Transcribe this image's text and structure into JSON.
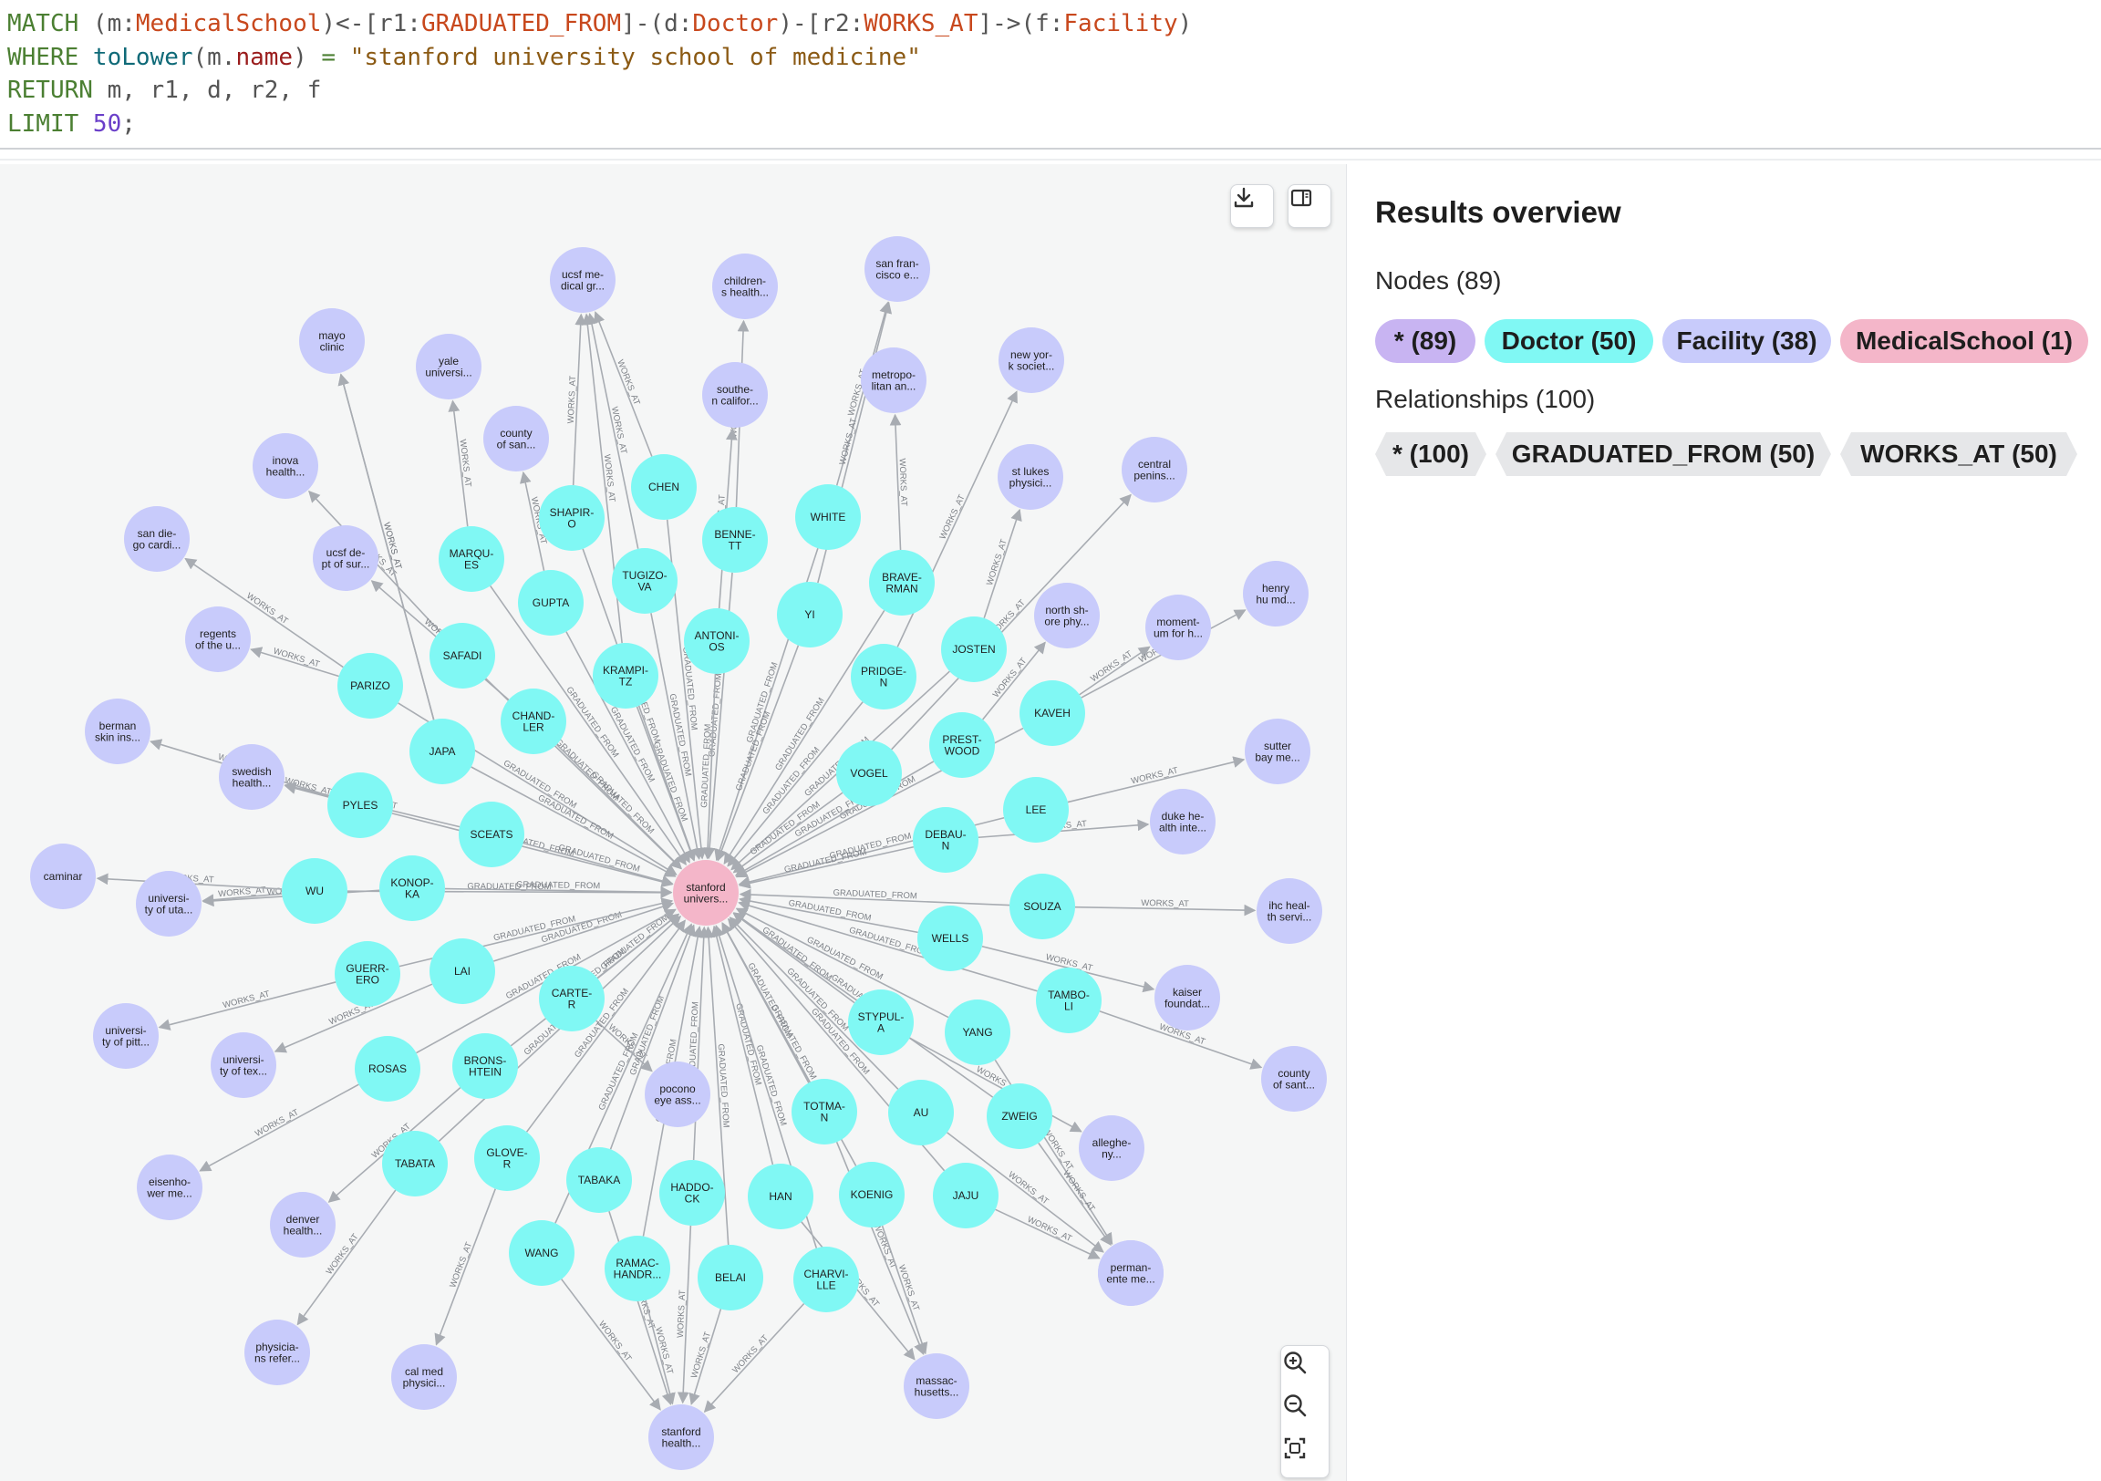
{
  "query": {
    "line1": [
      {
        "t": "MATCH ",
        "c": "kw"
      },
      {
        "t": "(m:",
        "c": "pun"
      },
      {
        "t": "MedicalSchool",
        "c": "lbl"
      },
      {
        "t": ")<-[r1:",
        "c": "pun"
      },
      {
        "t": "GRADUATED_FROM",
        "c": "lbl"
      },
      {
        "t": "]-(d:",
        "c": "pun"
      },
      {
        "t": "Doctor",
        "c": "lbl"
      },
      {
        "t": ")-[r2:",
        "c": "pun"
      },
      {
        "t": "WORKS_AT",
        "c": "lbl"
      },
      {
        "t": "]->(f:",
        "c": "pun"
      },
      {
        "t": "Facility",
        "c": "lbl"
      },
      {
        "t": ")",
        "c": "pun"
      }
    ],
    "line2": [
      {
        "t": "WHERE ",
        "c": "kw"
      },
      {
        "t": "toLower",
        "c": "fn"
      },
      {
        "t": "(m.",
        "c": "pun"
      },
      {
        "t": "name",
        "c": "prop"
      },
      {
        "t": ") ",
        "c": "pun"
      },
      {
        "t": "= ",
        "c": "kw"
      },
      {
        "t": "\"stanford university school of medicine\"",
        "c": "str"
      }
    ],
    "line3": [
      {
        "t": "RETURN ",
        "c": "kw"
      },
      {
        "t": "m, r1, d, r2, f",
        "c": "pun"
      }
    ],
    "line4": [
      {
        "t": "LIMIT ",
        "c": "kw"
      },
      {
        "t": "50",
        "c": "num"
      },
      {
        "t": ";",
        "c": "pun"
      }
    ]
  },
  "colors": {
    "doctor": "#80f8f4",
    "facility": "#c8cbfb",
    "medicalschool": "#f4b6c9",
    "edge": "#a8acb2",
    "edge_label": "#7d8187",
    "all_pill": "#c8b4f2"
  },
  "toolbar": {
    "download_icon": "download-icon",
    "toggle_panel_icon": "panel-toggle-icon",
    "zoom_in_icon": "zoom-in-icon",
    "zoom_out_icon": "zoom-out-icon",
    "fit_icon": "fit-to-screen-icon"
  },
  "overview": {
    "title": "Results overview",
    "nodes_heading": "Nodes (89)",
    "node_pills": [
      {
        "label": "* (89)",
        "kind": "all"
      },
      {
        "label": "Doctor (50)",
        "kind": "doctor"
      },
      {
        "label": "Facility (38)",
        "kind": "facility"
      },
      {
        "label": "MedicalSchool (1)",
        "kind": "medicalschool"
      }
    ],
    "rels_heading": "Relationships (100)",
    "rel_tags": [
      "* (100)",
      "GRADUATED_FROM (50)",
      "WORKS_AT (50)"
    ]
  },
  "graph": {
    "edge_label_grad": "GRADUATED_FROM",
    "edge_label_works": "WORKS_AT",
    "center": {
      "label": [
        "stanford",
        "univers..."
      ]
    },
    "doctors": [
      {
        "id": "CHEN",
        "label": [
          "CHEN"
        ],
        "to": "F4"
      },
      {
        "id": "WHITE",
        "label": [
          "WHITE"
        ],
        "to": "F7"
      },
      {
        "id": "SHAPIRO",
        "label": [
          "SHAPIR-",
          "O"
        ],
        "to": "F4"
      },
      {
        "id": "BENNETT",
        "label": [
          "BENNE-",
          "TT"
        ],
        "to": "F5"
      },
      {
        "id": "TUGIZOVA",
        "label": [
          "TUGIZO-",
          "VA"
        ],
        "to": "F4"
      },
      {
        "id": "MARQUES",
        "label": [
          "MARQU-",
          "ES"
        ],
        "to": "F2"
      },
      {
        "id": "GUPTA",
        "label": [
          "GUPTA"
        ],
        "to": "F3"
      },
      {
        "id": "BRAVERMAN",
        "label": [
          "BRAVE-",
          "RMAN"
        ],
        "to": "F8"
      },
      {
        "id": "YI",
        "label": [
          "YI"
        ],
        "to": "F7"
      },
      {
        "id": "ANTONIOS",
        "label": [
          "ANTONI-",
          "OS"
        ],
        "to": "F6"
      },
      {
        "id": "SAFADI",
        "label": [
          "SAFADI"
        ],
        "to": "F11"
      },
      {
        "id": "KRAMPITZ",
        "label": [
          "KRAMPI-",
          "TZ"
        ],
        "to": "F4"
      },
      {
        "id": "PRIDGEN",
        "label": [
          "PRIDGE-",
          "N"
        ],
        "to": "F9"
      },
      {
        "id": "JOSTEN",
        "label": [
          "JOSTEN"
        ],
        "to": "F10"
      },
      {
        "id": "PARIZO",
        "label": [
          "PARIZO"
        ],
        "to": "F14"
      },
      {
        "id": "CHANDLER",
        "label": [
          "CHAND-",
          "LER"
        ],
        "to": "F13"
      },
      {
        "id": "KAVEH",
        "label": [
          "KAVEH"
        ],
        "to": "F16"
      },
      {
        "id": "JAPA",
        "label": [
          "JAPA"
        ],
        "to": "F1"
      },
      {
        "id": "PRESTWOOD",
        "label": [
          "PREST-",
          "WOOD"
        ],
        "to": "F15"
      },
      {
        "id": "VOGEL",
        "label": [
          "VOGEL"
        ],
        "to": "F12"
      },
      {
        "id": "PYLES",
        "label": [
          "PYLES"
        ],
        "to": "F18"
      },
      {
        "id": "SCEATS",
        "label": [
          "SCEATS"
        ],
        "to": "F18"
      },
      {
        "id": "LEE",
        "label": [
          "LEE"
        ],
        "to": "F19"
      },
      {
        "id": "DEBAUN",
        "label": [
          "DEBAU-",
          "N"
        ],
        "to": "F20"
      },
      {
        "id": "WU",
        "label": [
          "WU"
        ],
        "to": "F22"
      },
      {
        "id": "KONOPKA",
        "label": [
          "KONOP-",
          "KA"
        ],
        "to": "F22"
      },
      {
        "id": "SOUZA",
        "label": [
          "SOUZA"
        ],
        "to": "F23"
      },
      {
        "id": "WELLS",
        "label": [
          "WELLS"
        ],
        "to": "F24"
      },
      {
        "id": "LAI",
        "label": [
          "LAI"
        ],
        "to": "F26"
      },
      {
        "id": "GUERRERO",
        "label": [
          "GUERR-",
          "ERO"
        ],
        "to": "F25"
      },
      {
        "id": "CARTER",
        "label": [
          "CARTE-",
          "R"
        ],
        "to": "F28"
      },
      {
        "id": "TAMBOLI",
        "label": [
          "TAMBO-",
          "LI"
        ],
        "to": "F27"
      },
      {
        "id": "STYPULA",
        "label": [
          "STYPUL-",
          "A"
        ],
        "to": "F30"
      },
      {
        "id": "YANG",
        "label": [
          "YANG"
        ],
        "to": "F31"
      },
      {
        "id": "ROSAS",
        "label": [
          "ROSAS"
        ],
        "to": "F29"
      },
      {
        "id": "BRONSHTEIN",
        "label": [
          "BRONS-",
          "HTEIN"
        ],
        "to": "F32"
      },
      {
        "id": "ZWEIG",
        "label": [
          "ZWEIG"
        ],
        "to": "F33"
      },
      {
        "id": "AU",
        "label": [
          "AU"
        ],
        "to": "F33"
      },
      {
        "id": "TOTMAN",
        "label": [
          "TOTMA-",
          "N"
        ],
        "to": "F34"
      },
      {
        "id": "GLOVER",
        "label": [
          "GLOVE-",
          "R"
        ],
        "to": "F36"
      },
      {
        "id": "TABATA",
        "label": [
          "TABATA"
        ],
        "to": "F35"
      },
      {
        "id": "TABAKA",
        "label": [
          "TABAKA"
        ],
        "to": "F37"
      },
      {
        "id": "HADDOCK",
        "label": [
          "HADDO-",
          "CK"
        ],
        "to": "F37"
      },
      {
        "id": "HAN",
        "label": [
          "HAN"
        ],
        "to": "F34"
      },
      {
        "id": "KOENIG",
        "label": [
          "KOENIG"
        ],
        "to": "F34"
      },
      {
        "id": "JAJU",
        "label": [
          "JAJU"
        ],
        "to": "F33"
      },
      {
        "id": "WANG",
        "label": [
          "WANG"
        ],
        "to": "F37"
      },
      {
        "id": "RAMACHANDRAN",
        "label": [
          "RAMAC-",
          "HANDR..."
        ],
        "to": "F37"
      },
      {
        "id": "BELAI",
        "label": [
          "BELAI"
        ],
        "to": "F37"
      },
      {
        "id": "CHARVILLE",
        "label": [
          "CHARVI-",
          "LLE"
        ],
        "to": "F37"
      }
    ],
    "facilities": [
      {
        "id": "F1",
        "label": [
          "mayo",
          "clinic"
        ]
      },
      {
        "id": "F2",
        "label": [
          "yale",
          "universi..."
        ]
      },
      {
        "id": "F3",
        "label": [
          "county",
          "of san..."
        ]
      },
      {
        "id": "F4",
        "label": [
          "ucsf me-",
          "dical gr..."
        ]
      },
      {
        "id": "F5",
        "label": [
          "children-",
          "s health..."
        ]
      },
      {
        "id": "F6",
        "label": [
          "southe-",
          "n califor..."
        ]
      },
      {
        "id": "F7",
        "label": [
          "san fran-",
          "cisco e..."
        ]
      },
      {
        "id": "F8",
        "label": [
          "metropo-",
          "litan an..."
        ]
      },
      {
        "id": "F9",
        "label": [
          "new yor-",
          "k societ..."
        ]
      },
      {
        "id": "F10",
        "label": [
          "st lukes",
          "physici..."
        ]
      },
      {
        "id": "F11",
        "label": [
          "inova",
          "health..."
        ]
      },
      {
        "id": "F12",
        "label": [
          "central",
          "penins..."
        ]
      },
      {
        "id": "F13",
        "label": [
          "ucsf de-",
          "pt of sur..."
        ]
      },
      {
        "id": "F14",
        "label": [
          "san die-",
          "go cardi..."
        ]
      },
      {
        "id": "F15",
        "label": [
          "north sh-",
          "ore phy..."
        ]
      },
      {
        "id": "F16",
        "label": [
          "moment-",
          "um for h..."
        ]
      },
      {
        "id": "F17",
        "label": [
          "henry",
          "hu md..."
        ]
      },
      {
        "id": "F18",
        "label": [
          "swedish",
          "health..."
        ]
      },
      {
        "id": "F19",
        "label": [
          "sutter",
          "bay me..."
        ]
      },
      {
        "id": "F20",
        "label": [
          "duke he-",
          "alth inte..."
        ]
      },
      {
        "id": "F21",
        "label": [
          "berman",
          "skin ins..."
        ]
      },
      {
        "id": "F22",
        "label": [
          "universi-",
          "ty of uta..."
        ]
      },
      {
        "id": "F23",
        "label": [
          "ihc heal-",
          "th servi..."
        ]
      },
      {
        "id": "F24",
        "label": [
          "kaiser",
          "foundat..."
        ]
      },
      {
        "id": "F25",
        "label": [
          "universi-",
          "ty of pitt..."
        ]
      },
      {
        "id": "F26",
        "label": [
          "universi-",
          "ty of tex..."
        ]
      },
      {
        "id": "F27",
        "label": [
          "county",
          "of sant..."
        ]
      },
      {
        "id": "F28",
        "label": [
          "pocono",
          "eye ass..."
        ]
      },
      {
        "id": "F29",
        "label": [
          "eisenho-",
          "wer me..."
        ]
      },
      {
        "id": "F30",
        "label": [
          "alleghe-",
          "ny..."
        ]
      },
      {
        "id": "F31",
        "label": [
          "perman-",
          "ente me..."
        ]
      },
      {
        "id": "F32",
        "label": [
          "denver",
          "health..."
        ]
      },
      {
        "id": "F33",
        "label": [
          "perman-",
          "ente me..."
        ]
      },
      {
        "id": "F34",
        "label": [
          "massac-",
          "husetts..."
        ]
      },
      {
        "id": "F35",
        "label": [
          "physicia-",
          "ns refer..."
        ]
      },
      {
        "id": "F36",
        "label": [
          "cal med",
          "physici..."
        ]
      },
      {
        "id": "F37",
        "label": [
          "stanford",
          "health..."
        ]
      },
      {
        "id": "F38",
        "label": [
          "regents",
          "of the u..."
        ]
      },
      {
        "id": "F39",
        "label": [
          "caminar"
        ]
      }
    ]
  }
}
